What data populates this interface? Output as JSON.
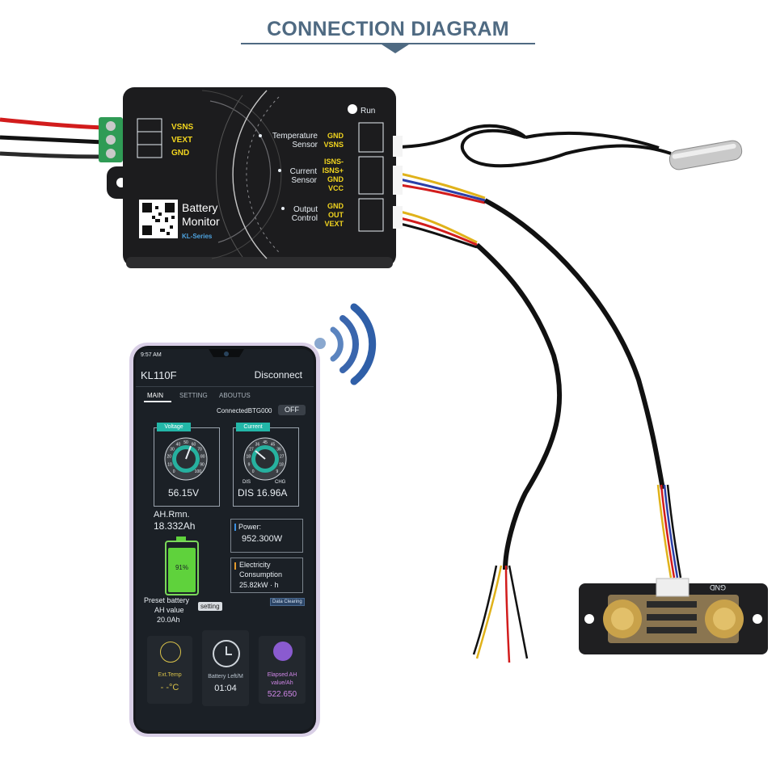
{
  "header": {
    "title": "CONNECTION DIAGRAM"
  },
  "device": {
    "brand_line1": "Battery",
    "brand_line2": "Monitor",
    "series": "KL-Series",
    "run_label": "Run",
    "left_terminals": [
      "VSNS",
      "VEXT",
      "GND"
    ],
    "groups": [
      {
        "label1": "Temperature",
        "label2": "Sensor",
        "pins": [
          "GND",
          "VSNS"
        ]
      },
      {
        "label1": "Current",
        "label2": "Sensor",
        "pins": [
          "ISNS-",
          "ISNS+",
          "GND",
          "VCC"
        ]
      },
      {
        "label1": "Output",
        "label2": "Control",
        "pins": [
          "GND",
          "OUT",
          "VEXT"
        ]
      }
    ]
  },
  "shunt": {
    "label": "GND"
  },
  "phone": {
    "status_time": "9:57 AM",
    "app_title": "KL110F",
    "disconnect": "Disconnect",
    "tabs": [
      "MAIN",
      "SETTING",
      "ABOUTUS"
    ],
    "connected": "ConnectedBTG000",
    "toggle": "OFF",
    "voltage_tag": "Voltage",
    "current_tag": "Current",
    "voltage_ticks": [
      "0",
      "10",
      "20",
      "30",
      "40",
      "50",
      "60",
      "70",
      "80",
      "90",
      "100"
    ],
    "current_ticks": [
      "0",
      "9",
      "18",
      "27",
      "36",
      "45",
      "45",
      "36",
      "27",
      "18",
      "9"
    ],
    "voltage_value": "56.15V",
    "current_dis": "DIS",
    "current_chg": "CHG",
    "current_value": "DIS 16.96A",
    "ah_label": "AH.Rmn.",
    "ah_value": "18.332Ah",
    "battery_percent": "91%",
    "battery_level": 0.91,
    "power_label": "Power:",
    "power_value": "952.300W",
    "elec_label1": "Electricity",
    "elec_label2": "Consumption",
    "elec_value": "25.82kW · h",
    "preset_line1": "Preset battery",
    "preset_line2": "AH value",
    "preset_value": "20.0Ah",
    "setting_btn": "setting",
    "data_clearing": "Data Clearing",
    "tile1_label": "Ext.Temp",
    "tile1_value": "- -°C",
    "tile2_label": "Battery Left/M",
    "tile2_value": "01:04",
    "tile3_label1": "Elapsed AH",
    "tile3_label2": "value/Ah",
    "tile3_value": "522.650"
  },
  "colors": {
    "title": "#4f6a82",
    "device_body": "#1c1c1e",
    "pin_yellow": "#f2d51f",
    "label_white": "#e8eef4",
    "teal": "#23b7a8",
    "green_battery": "#5fd23c",
    "wifi_blue": "#2f5fa8"
  }
}
